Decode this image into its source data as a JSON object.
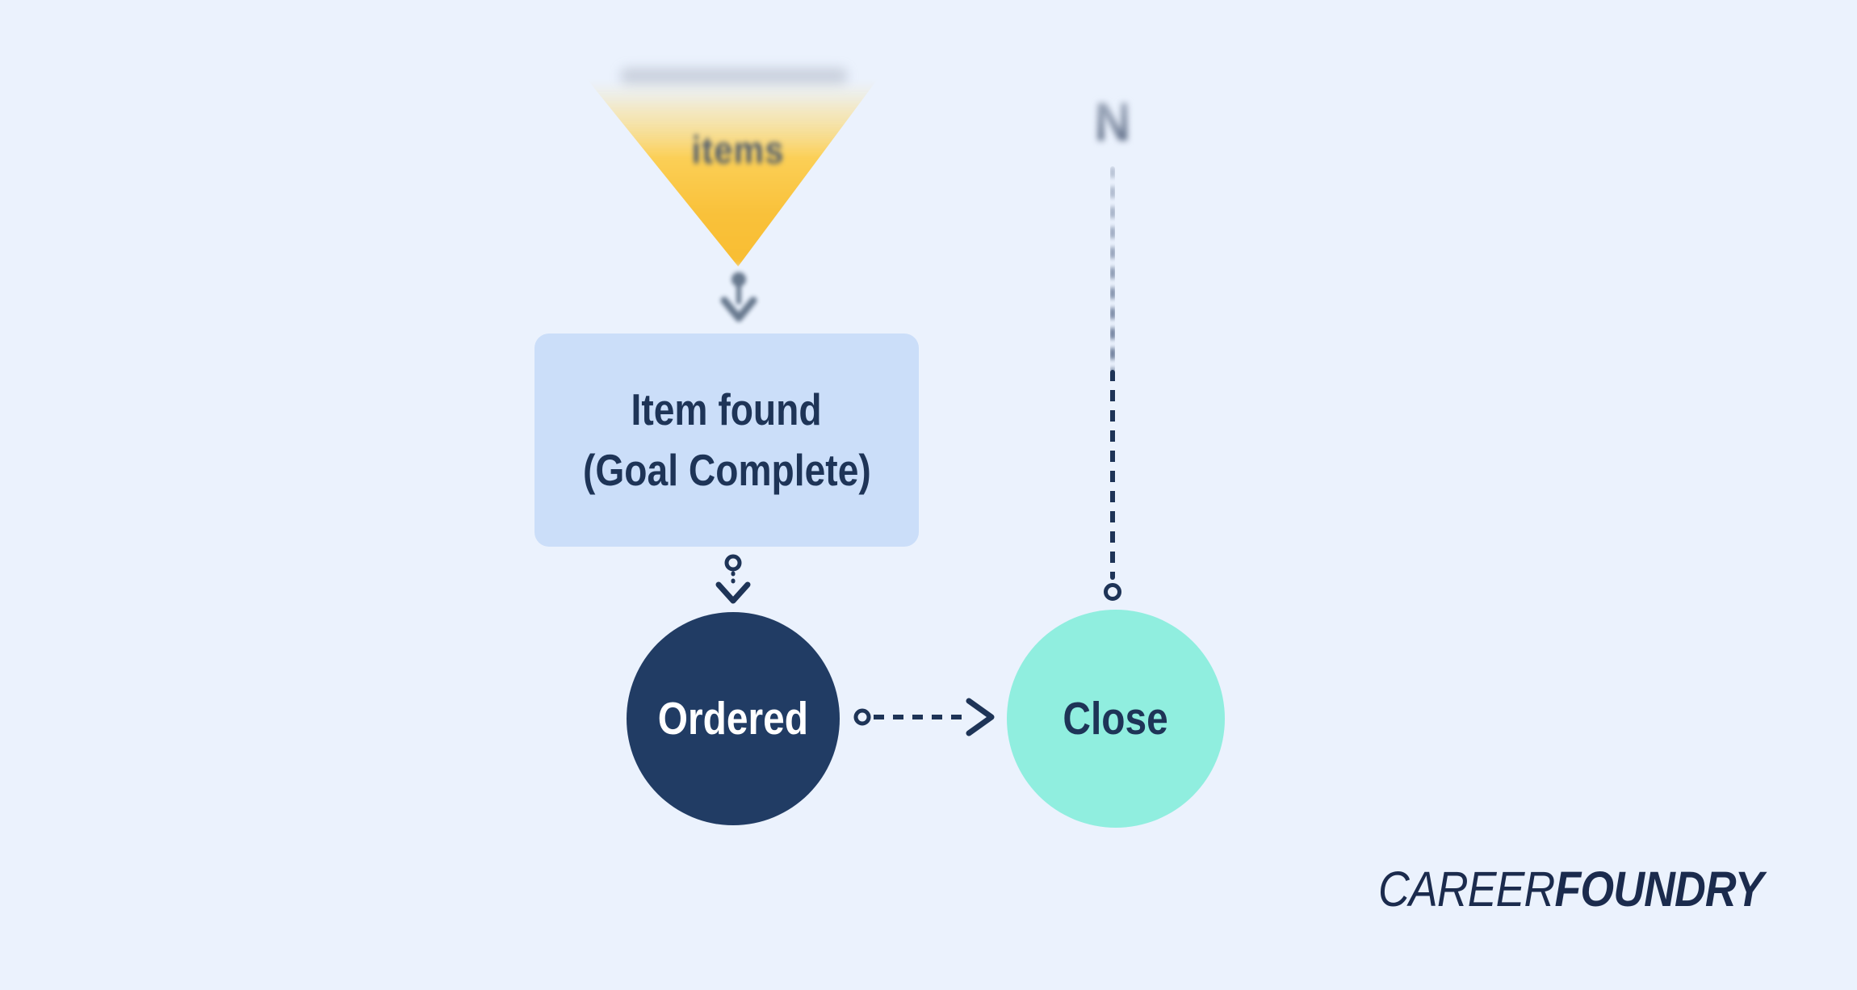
{
  "background": "#ebf2fd",
  "funnel": {
    "label": "items",
    "fill_top": "#fcdd80",
    "fill_bottom": "#f8bd32",
    "label_color": "#55606d"
  },
  "goal_box": {
    "line1": "Item found",
    "line2": "(Goal Complete)",
    "fill": "#cbdef9",
    "text_color": "#1e3457"
  },
  "ordered_node": {
    "label": "Ordered",
    "fill": "#213c64",
    "text_color": "#ffffff"
  },
  "close_node": {
    "label": "Close",
    "fill": "#90eedf",
    "text_color": "#1e3457"
  },
  "upper_label": {
    "text": "N",
    "color": "#6a7890"
  },
  "connectors": {
    "color": "#1e3457",
    "blurred_color": "#5d6f85",
    "style": "dashed"
  },
  "icons": {
    "arrow_down_blurred": "arrow-down-icon",
    "arrow_down": "ring-arrow-down-icon",
    "arrow_right_dashed": "dashed-arrow-right-icon",
    "connector_ring": "ring-endpoint-icon"
  },
  "brand": {
    "light": "CAREER",
    "bold": "FOUNDRY",
    "color": "#1b2b4d"
  }
}
